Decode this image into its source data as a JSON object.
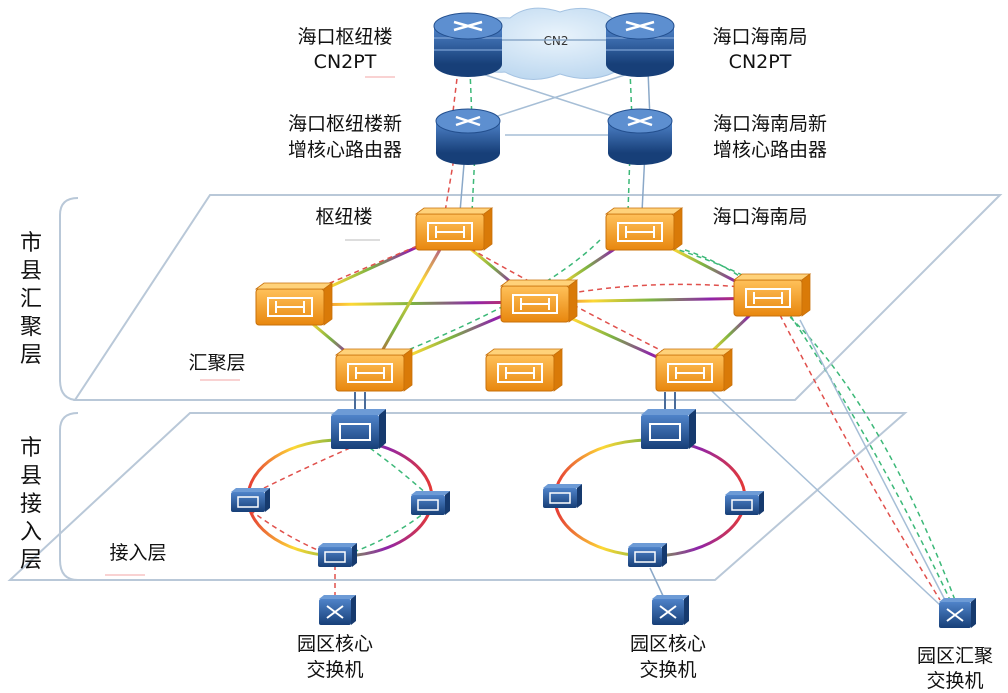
{
  "cloud": {
    "label": "CN2"
  },
  "labels": {
    "hub_cn2pt_line1": "海口枢纽楼",
    "hub_cn2pt_line2": "CN2PT",
    "hainan_cn2pt_line1": "海口海南局",
    "hainan_cn2pt_line2": "CN2PT",
    "hub_core_line1": "海口枢纽楼新",
    "hub_core_line2": "增核心路由器",
    "hainan_core_line1": "海口海南局新",
    "hainan_core_line2": "增核心路由器",
    "hub_node": "枢纽楼",
    "hainan_node": "海口海南局",
    "agg_layer": "汇聚层",
    "access_layer": "接入层",
    "park_core_1_line1": "园区核心",
    "park_core_1_line2": "交换机",
    "park_core_2_line1": "园区核心",
    "park_core_2_line2": "交换机",
    "park_agg_line1": "园区汇聚",
    "park_agg_line2": "交换机"
  },
  "side_labels": {
    "agg": [
      "市",
      "县",
      "汇",
      "聚",
      "层"
    ],
    "access": [
      "市",
      "县",
      "接",
      "入",
      "层"
    ]
  },
  "colors": {
    "plane_border": "#b9c8d8",
    "agg_device": "#f5a623",
    "access_device": "#1f5a99",
    "router_device": "#2d5b9a",
    "red_dashed": "#e0504c",
    "green_dashed": "#3cb878"
  }
}
